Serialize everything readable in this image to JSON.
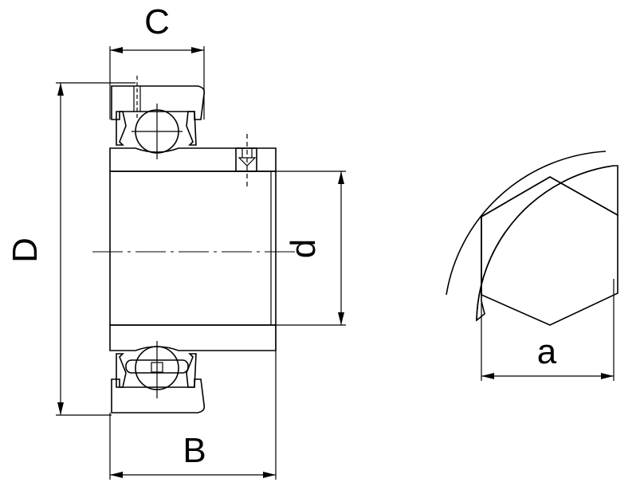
{
  "title": "",
  "dimensions": {
    "outer_diameter": "D",
    "bore": "d",
    "outer_ring_width": "C",
    "inner_ring_width": "B",
    "hex_across_flats": "a"
  },
  "colors": {
    "line": "#000000",
    "background": "#ffffff"
  }
}
